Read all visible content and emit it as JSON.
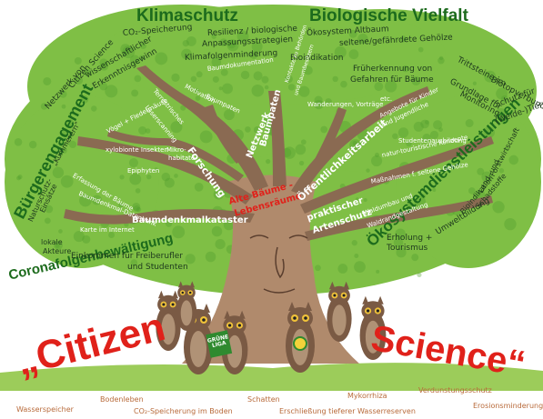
{
  "colors": {
    "canopy": "#7fbf45",
    "canopy_dark": "#4e9a2c",
    "trunk": "#b08a6c",
    "branch": "#8a6a52",
    "heading_green": "#1d6b1d",
    "citizen_science_red": "#e0211a",
    "root_text": "#b86a3a",
    "owl": "#7a5a44",
    "grass": "#9ccc5a"
  },
  "headings": {
    "climate": "Klimaschutz",
    "biodiversity": "Biologische Vielfalt",
    "civic": "Bürgerengagement",
    "ecosystem": "Ökosystemdienstleistungen",
    "corona": "Coronafolgenbewältigung"
  },
  "leaves": {
    "co2": "CO₂-Speicherung",
    "resilience": "Resilienz / biologische",
    "adaptation": "Anpassungsstrategien",
    "ecosystem_old": "Ökosystem Altbaum",
    "endangered": "seltene/gefährdete Gehölze",
    "stepping_stones_1": "Trittsteine im",
    "stepping_stones_2": "Biotopverbund",
    "climate_impact": "Klimafolgenminderung",
    "bioindication": "Bioindikation",
    "science_1": "wissenschaftlicher",
    "science_2": "Erkenntnisgewinn",
    "network_1": "Netzwerk von",
    "network_2": "Citizen Science",
    "early_1": "Früherkennung von",
    "early_2": "Gefahren für Bäume",
    "basis_1": "Grundlage für",
    "basis_2": "Monitoring",
    "protect_1": "Schutz für",
    "protect_2": "(Weide-)Tiere",
    "nature_1": "Naturschutz-",
    "nature_2": "Einsätze",
    "care": "„Kümmerern\"",
    "local_1": "lokale",
    "local_2": "Akteure",
    "land_1": "Land- und",
    "land_2": "Forstwirtschaft",
    "bio2": "Bioindikation",
    "pollutants": "Schadstoffe",
    "env_edu": "Umweltbildung",
    "recreation_1": "Erholung +",
    "recreation_2": "Tourismus",
    "income_1": "Einkommen für Freiberufler",
    "income_2": "und Studenten"
  },
  "branches": {
    "docs": "Baumdokumentation",
    "motivation": "Motivation",
    "tree_sponsors": "Baumpaten",
    "contacts_1": "Kontakte zu Behörden",
    "contacts_2": "und Baumbesitzern",
    "network": "Netzwerk",
    "sponsorships": "Baumpaten",
    "research": "Forschung",
    "terrestrial": "Terrestrisches",
    "laser": "Laserscanning",
    "birds": "Vögel + Fledermäuse",
    "xylobiont": "xylobionte Insekten",
    "micro": "Mikro-",
    "habitats": "habitate",
    "epiphytes": "Epiphyten",
    "recording": "Erfassung der Bäume",
    "database": "Baumdenkmal-Datenbank",
    "internet": "Karte im Internet",
    "monument_register": "Baumdenkmalkataster",
    "old_trees": "Alte Bäume -",
    "habitats_center": "Lebensräume",
    "pr": "Öffentlichkeitsarbeit",
    "walks": "Wanderungen, Vorträge",
    "etc": "etc.",
    "offers_1": "Angebote für Kinder",
    "offers_2": "und Jugendliche",
    "student_edu": "Studentenausbildung",
    "concepts": "natur-touristische Konzepte",
    "measures": "Maßnahmen f. seltene Gehölze",
    "practical_1": "praktischer",
    "practical_2": "Artenschutz",
    "forest_1": "Waldumbau und",
    "forest_2": "Waldrandgestaltung"
  },
  "citizen_science": {
    "word1": "„Citizen",
    "word2": "Science“"
  },
  "badges": {
    "gruene_1": "GRÜNE",
    "gruene_2": "LIGA"
  },
  "roots": {
    "water": "Wasserspeicher",
    "soil_life": "Bodenleben",
    "co2_soil": "CO₂-Speicherung im Boden",
    "shade": "Schatten",
    "groundwater": "Erschließung tieferer Wasserreserven",
    "mycorrhiza": "Mykorrhiza",
    "evaporation": "Verdunstungsschutz",
    "erosion": "Erosionsminderung"
  }
}
